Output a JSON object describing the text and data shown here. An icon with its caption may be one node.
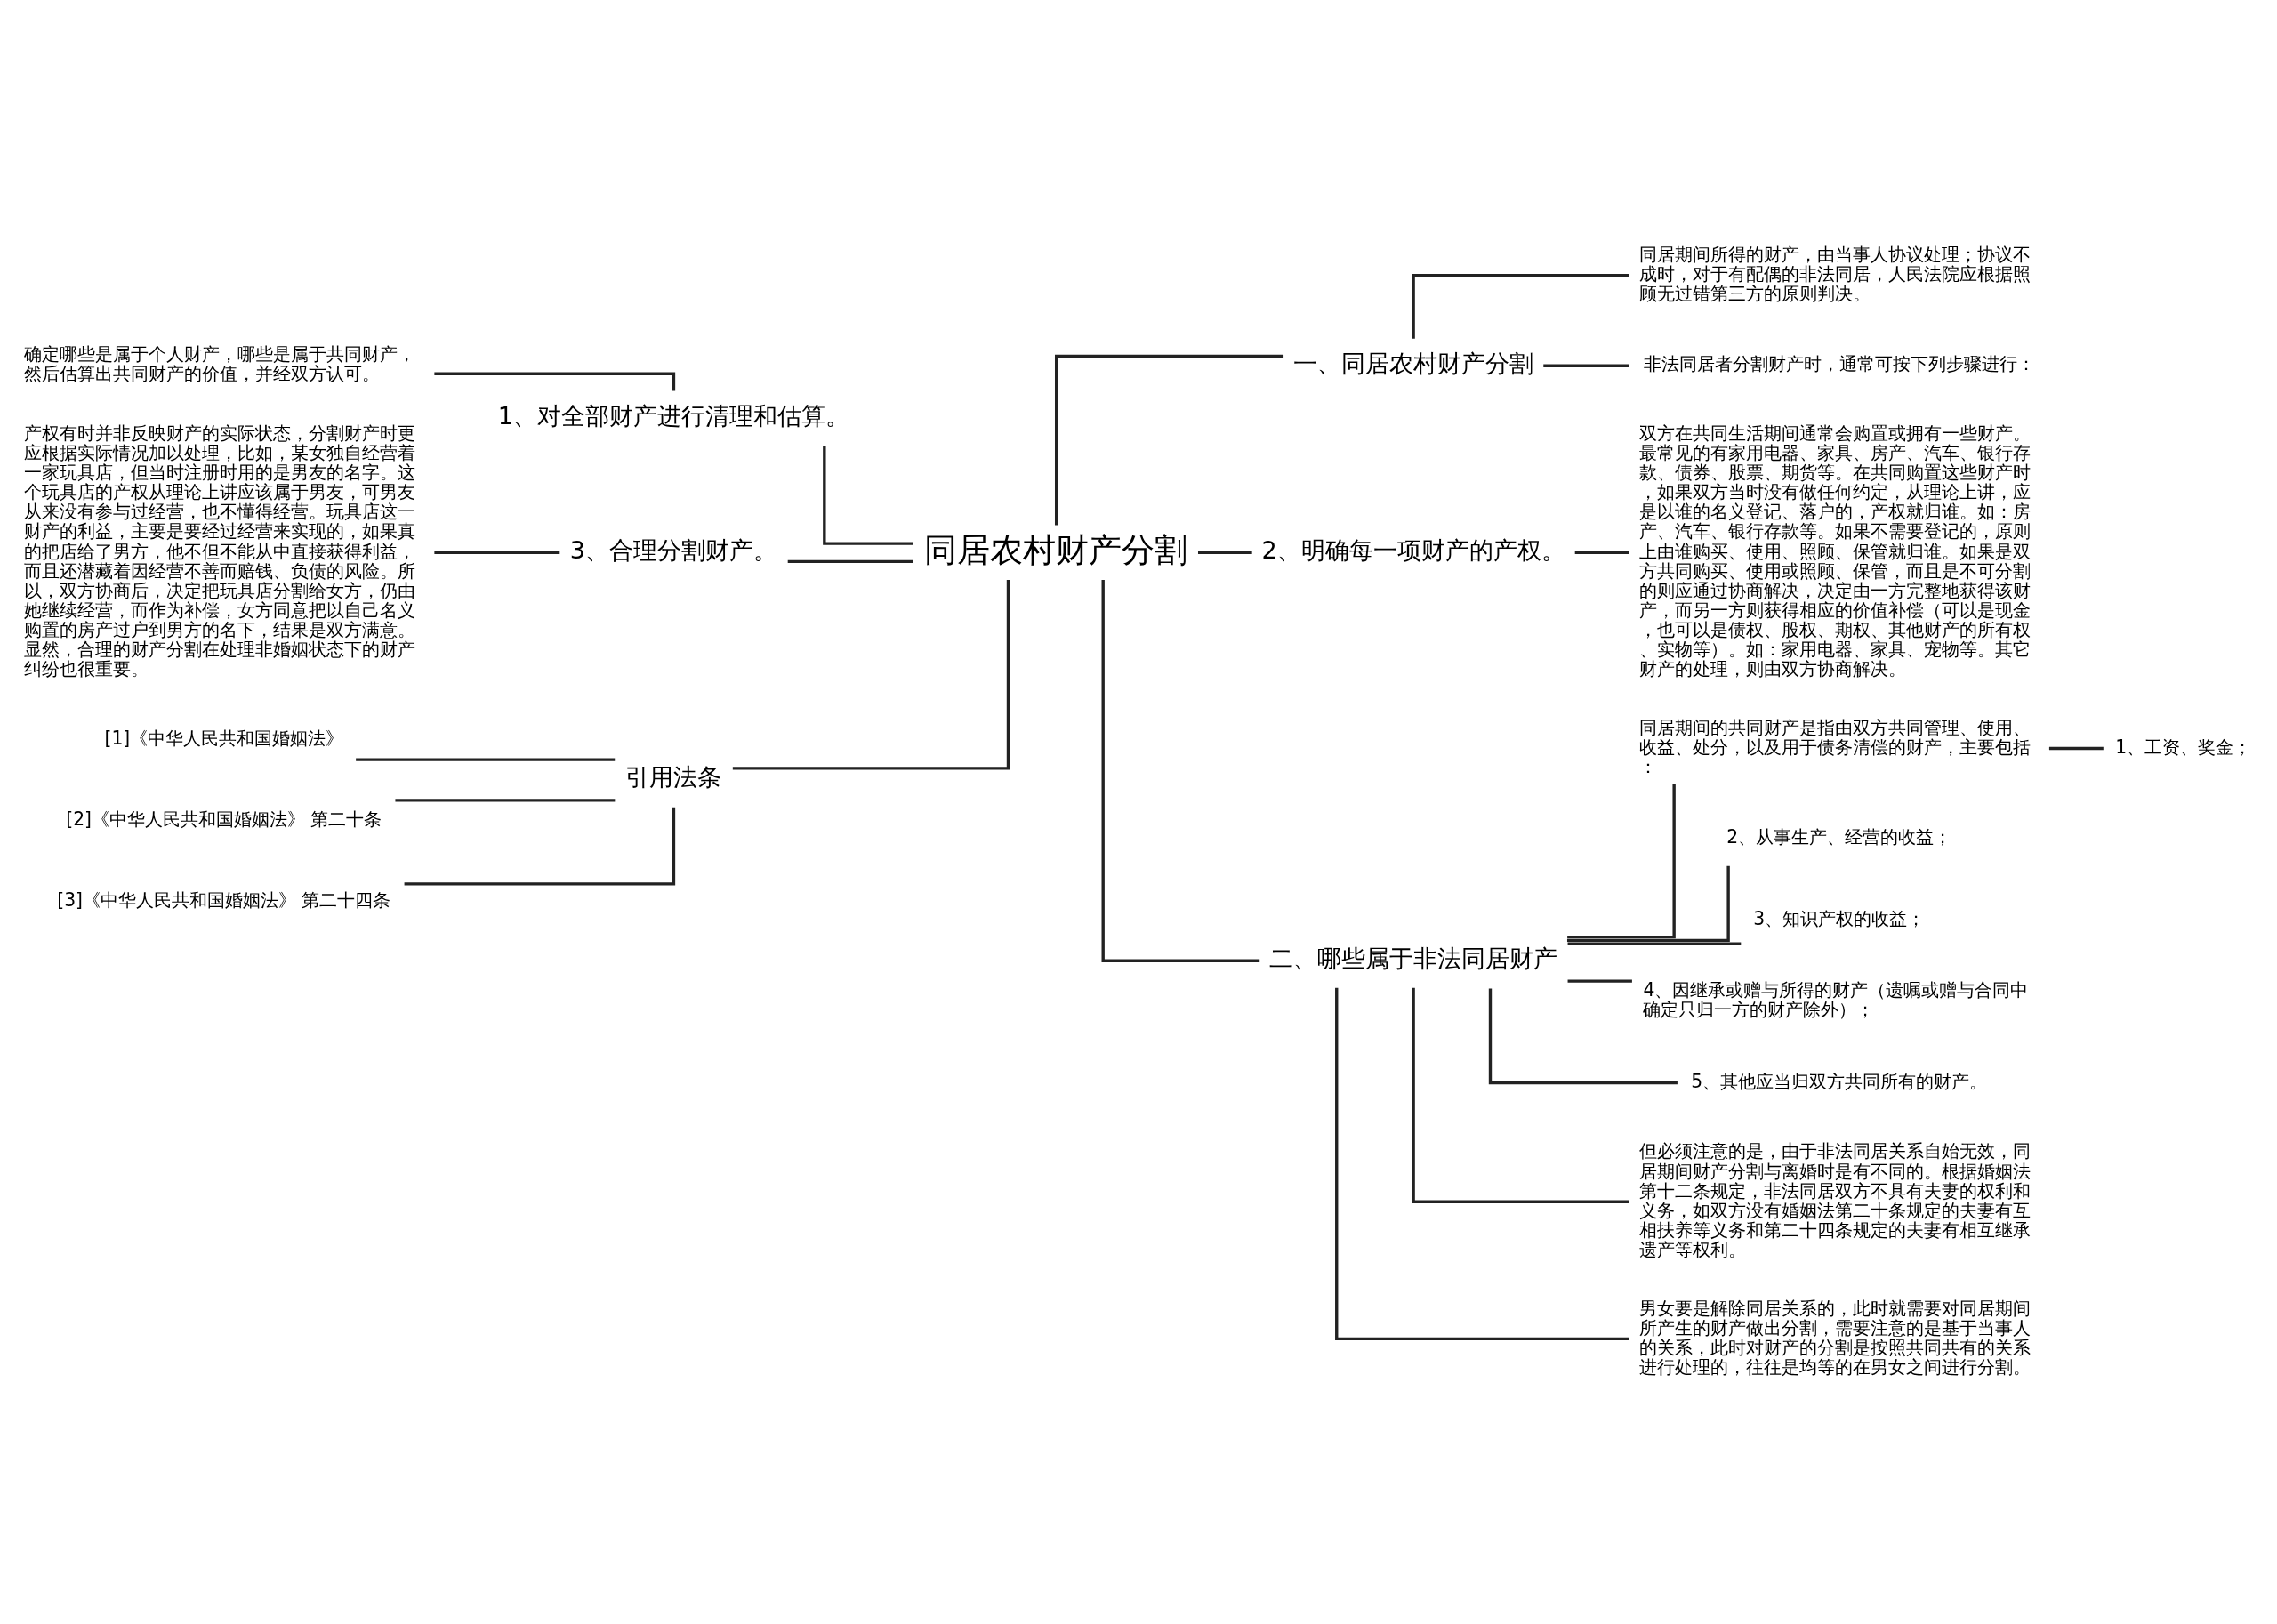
{
  "diagram": {
    "nodes": [
      {
        "text": [
          "同居农村财产分割"
        ]
      },
      {
        "text": [
          "一、同居农村财产分割"
        ]
      },
      {
        "text": [
          "同居期间所得的财产，由当事人协议处理；协议不成时，对于有配偶的非法同居，人民法院应根据照顾无过错第三方的原则判决。"
        ]
      },
      {
        "text": [
          "非法同居者分割财产时，通常可按下列步骤进行："
        ]
      },
      {
        "text": [
          "2、明确每一项财产的产权。"
        ]
      },
      {
        "text": [
          "双方在共同生活期间通常会购置或拥有一些财产。最常见的有家用电器、家具、房产、汽车、银行存款、债券、股票、期货等。在共同购置这些财产时，如果双方当时没有做任何约定，从理论上讲，应是以谁的名义登记、落户的，产权就归谁。如：房产、汽车、银行存款等。如果不需要登记的，原则上由谁购买、使用、照顾、保管就归谁。如果是双方共同购买、使用或照顾、保管，而且是不可分割的则应通过协商解决，决定由一方完整地获得该财产，而另一方则获得相应的价值补偿（可以是现金，也可以是债权、股权、期权、其他财产的所有权、实物等）。如：家用电器、家具、宠物等。其它财产的处理，则由双方协商解决。"
        ]
      },
      {
        "text": [
          "二、哪些属于非法同居财产"
        ]
      },
      {
        "text": [
          "同居期间的共同财产是指由双方共同管理、使用、收益、处分，以及用于债务清偿的财产，主要包括："
        ]
      },
      {
        "text": [
          "1、工资、奖金；"
        ]
      },
      {
        "text": [
          "2、从事生产、经营的收益；"
        ]
      },
      {
        "text": [
          "3、知识产权的收益；"
        ]
      },
      {
        "text": [
          "4、因继承或赠与所得的财产（遗嘱或赠与合同中确定只归一方的财产除外）；"
        ]
      },
      {
        "text": [
          "5、其他应当归双方共同所有的财产。"
        ]
      },
      {
        "text": [
          "但必须注意的是，由于非法同居关系自始无效，同居期间财产分割与离婚时是有不同的。根据婚姻法第十二条规定，非法同居双方不具有夫妻的权利和义务，如双方没有婚姻法第二十条规定的夫妻有互相扶养等义务和第二十四条规定的夫妻有相互继承遗产等权利。"
        ]
      },
      {
        "text": [
          "男女要是解除同居关系的，此时就需要对同居期间所产生的财产做出分割，需要注意的是基于当事人的关系，此时对财产的分割是按照共同共有的关系进行处理的，往往是均等的在男女之间进行分割。"
        ]
      },
      {
        "text": [
          "1、对全部财产进行清理和估算。"
        ]
      },
      {
        "text": [
          "确定哪些是属于个人财产，哪些是属于共同财产，然后估算出共同财产的价值，并经双方认可。"
        ]
      },
      {
        "text": [
          "3、合理分割财产。"
        ]
      },
      {
        "text": [
          "产权有时并非反映财产的实际状态，分割财产时更应根据实际情况加以处理，比如，某女独自经营着一家玩具店，但当时注册时用的是男友的名字。这个玩具店的产权从理论上讲应该属于男友，可男友从来没有参与过经营，也不懂得经营。玩具店这一财产的利益，主要是要经过经营来实现的，如果真的把店给了男方，他不但不能从中直接获得利益，而且还潜藏着因经营不善而赔钱、负债的风险。所以，双方协商后，决定把玩具店分割给女方，仍由她继续经营，而作为补偿，女方同意把以自己名义购置的房产过户到男方的名下，结果是双方满意。显然，合理的财产分割在处理非婚姻状态下的财产纠纷也很重要。"
        ]
      },
      {
        "text": [
          "引用法条"
        ]
      },
      {
        "text": [
          "[1]《中华人民共和国婚姻法》"
        ]
      },
      {
        "text": [
          "[2]《中华人民共和国婚姻法》 第二十条"
        ]
      },
      {
        "text": [
          "[3]《中华人民共和国婚姻法》 第二十四条"
        ]
      }
    ],
    "edges": [
      {
        "from": 0,
        "to": 1,
        "arrow": "none"
      },
      {
        "from": 1,
        "to": 2,
        "arrow": "none"
      },
      {
        "from": 1,
        "to": 3,
        "arrow": "none"
      },
      {
        "from": 0,
        "to": 4,
        "arrow": "none"
      },
      {
        "from": 4,
        "to": 5,
        "arrow": "none"
      },
      {
        "from": 0,
        "to": 6,
        "arrow": "none"
      },
      {
        "from": 6,
        "to": 7,
        "arrow": "none"
      },
      {
        "from": 7,
        "to": 8,
        "arrow": "none"
      },
      {
        "from": 6,
        "to": 9,
        "arrow": "none"
      },
      {
        "from": 6,
        "to": 10,
        "arrow": "none"
      },
      {
        "from": 6,
        "to": 11,
        "arrow": "none"
      },
      {
        "from": 6,
        "to": 12,
        "arrow": "none"
      },
      {
        "from": 6,
        "to": 13,
        "arrow": "none"
      },
      {
        "from": 6,
        "to": 14,
        "arrow": "none"
      },
      {
        "from": 15,
        "to": 0,
        "arrow": "none"
      },
      {
        "from": 16,
        "to": 15,
        "arrow": "none"
      },
      {
        "from": 17,
        "to": 0,
        "arrow": "none"
      },
      {
        "from": 18,
        "to": 17,
        "arrow": "none"
      },
      {
        "from": 19,
        "to": 0,
        "arrow": "none"
      },
      {
        "from": 20,
        "to": 19,
        "arrow": "none"
      },
      {
        "from": 21,
        "to": 19,
        "arrow": "none"
      },
      {
        "from": 22,
        "to": 19,
        "arrow": "none"
      }
    ]
  }
}
